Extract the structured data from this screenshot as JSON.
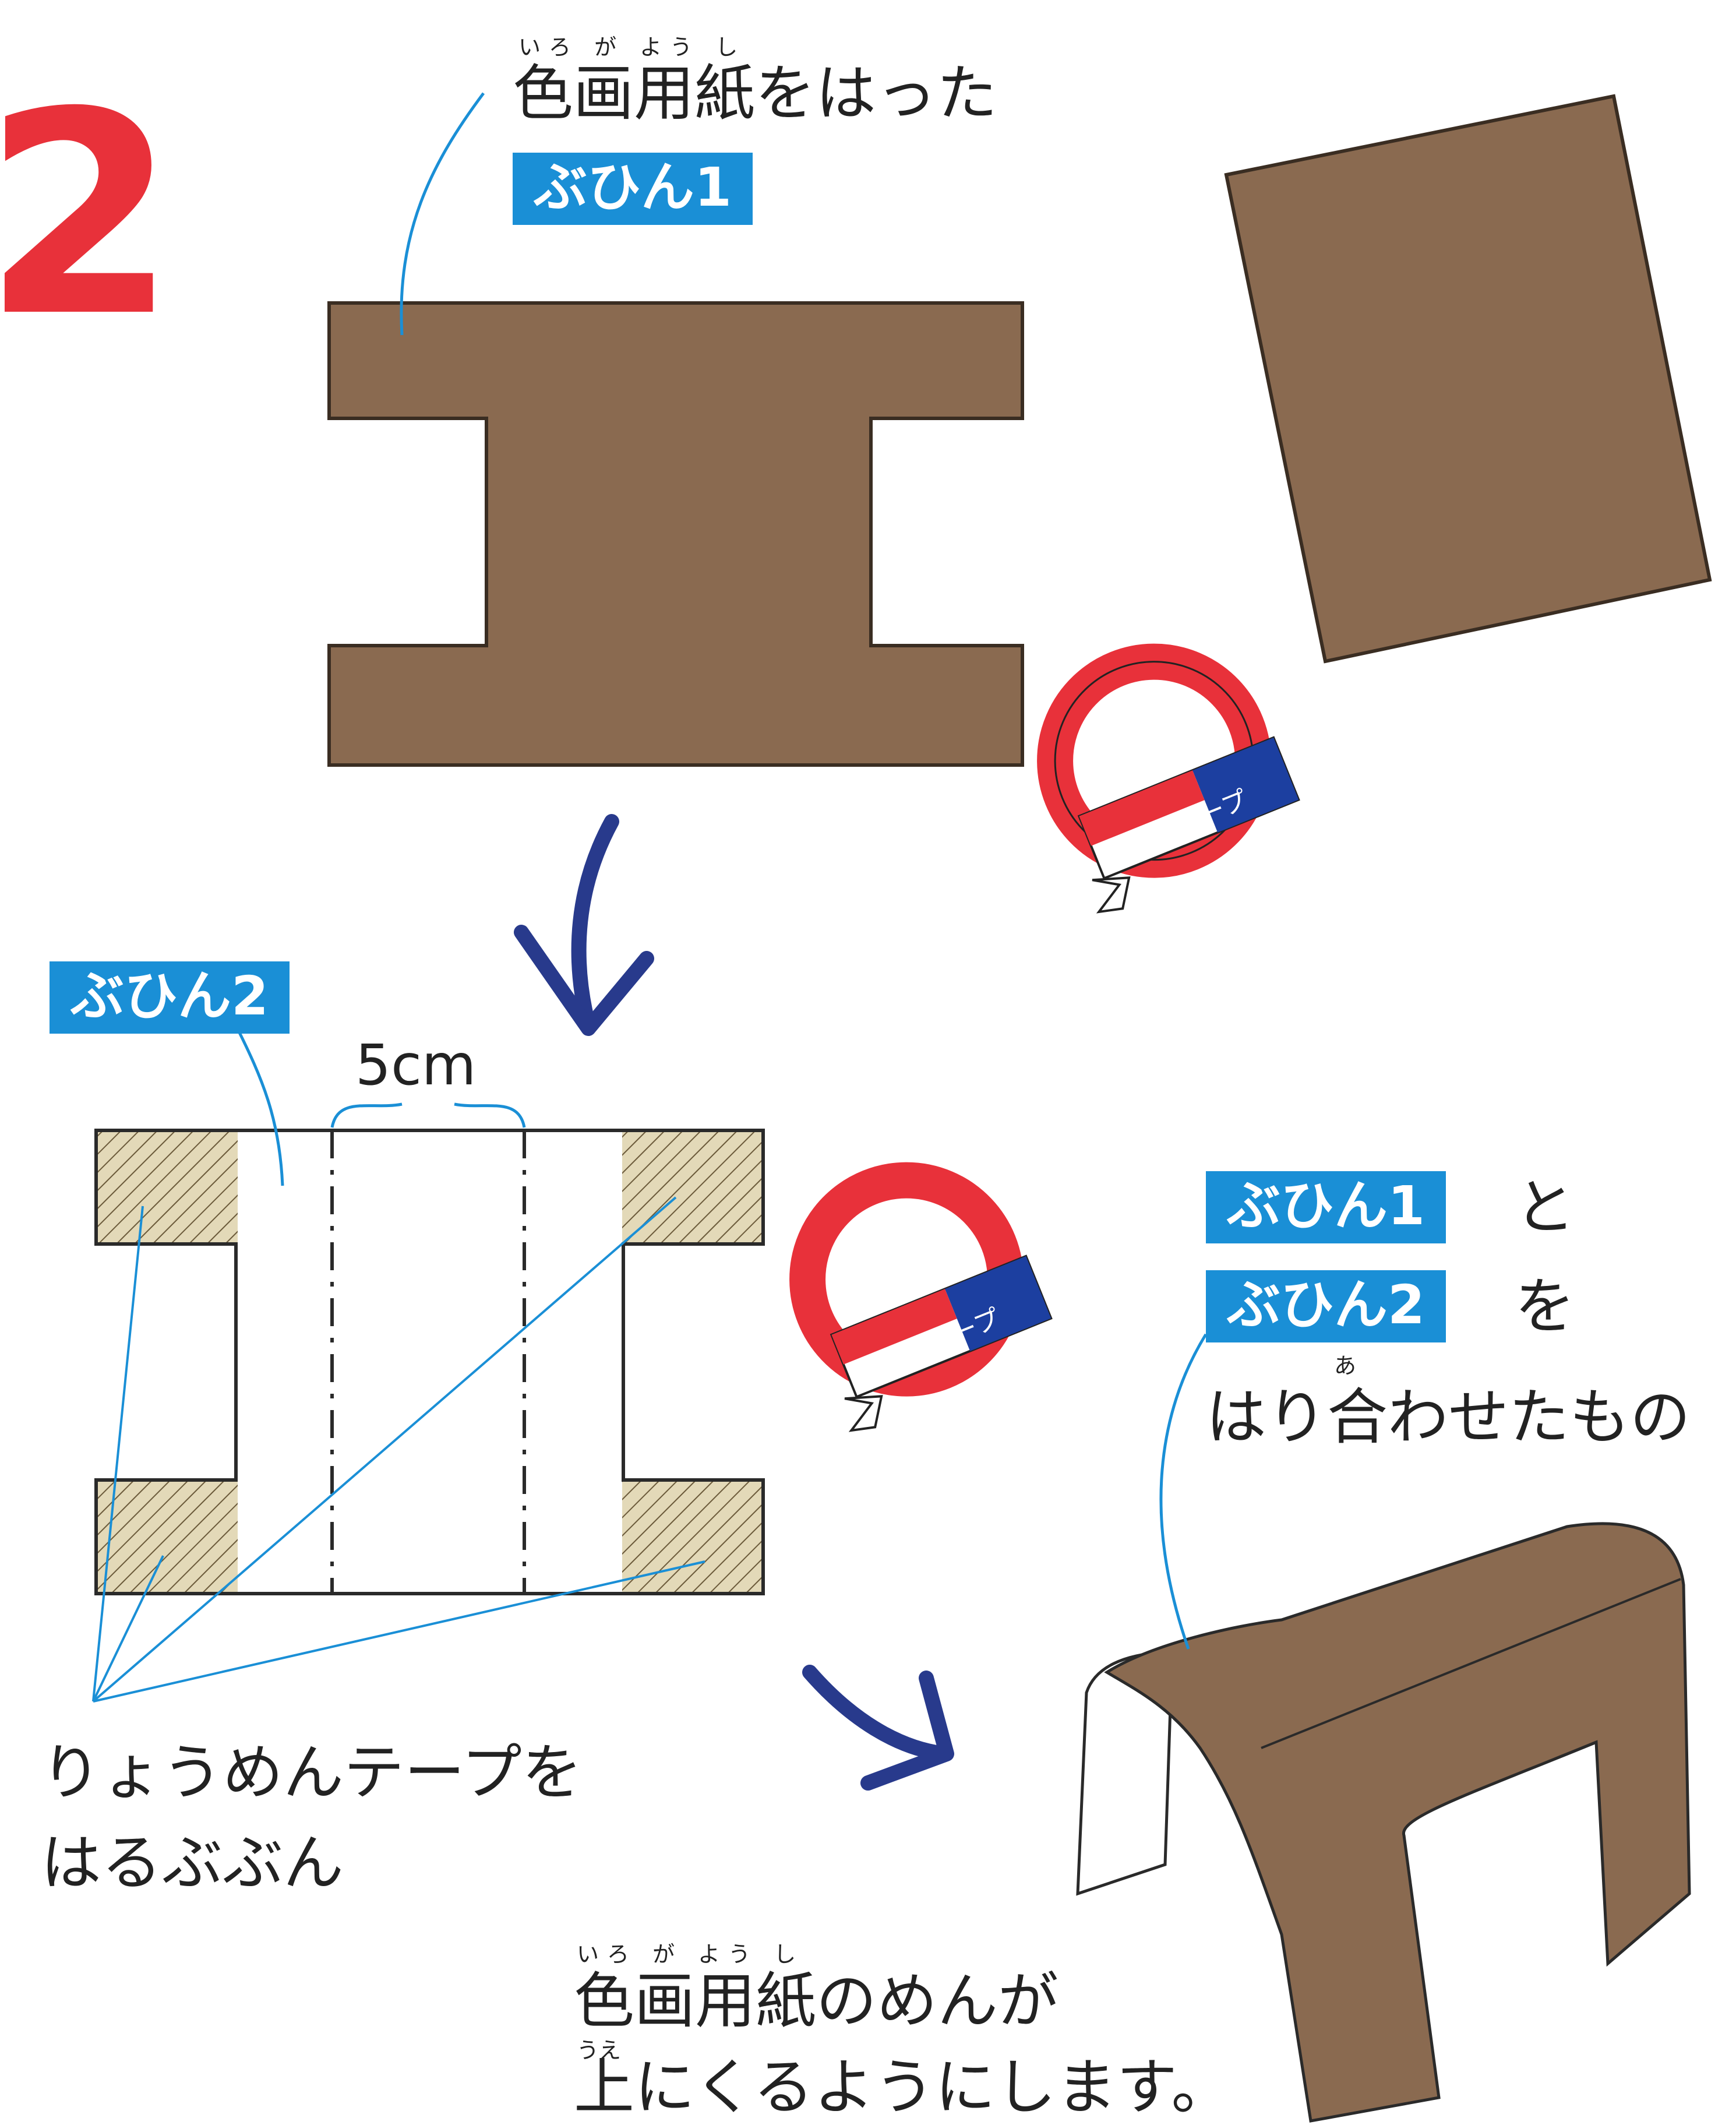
{
  "step_number": "2",
  "label_top": {
    "ruby": "いろ が よう し",
    "text": "色画用紙をはった"
  },
  "tag_part1": "ぶひん1",
  "tag_part2": "ぶひん2",
  "dimension": "5cm",
  "tape_label": "両面テープ",
  "label_tape_area": {
    "line1": "りょうめんテープを",
    "line2": "はるぶぶん"
  },
  "label_combined": {
    "tag1": "ぶひん1",
    "connector1": "と",
    "tag2": "ぶひん2",
    "connector2": "を",
    "ruby": "あ",
    "line3": "はり合わせたもの"
  },
  "label_bottom": {
    "ruby1": "いろ が よう し",
    "line1": "色画用紙のめんが",
    "ruby2": "うえ",
    "line2": "上にくるようにします。"
  },
  "colors": {
    "cardboard": "#8a6a50",
    "accent_blue": "#1a8fd6",
    "arrow": "#283a8c",
    "tape_red": "#e8313a",
    "tape_blue": "#1c3fa0",
    "hatch": "#d9cda9",
    "step": "#e8313a"
  }
}
